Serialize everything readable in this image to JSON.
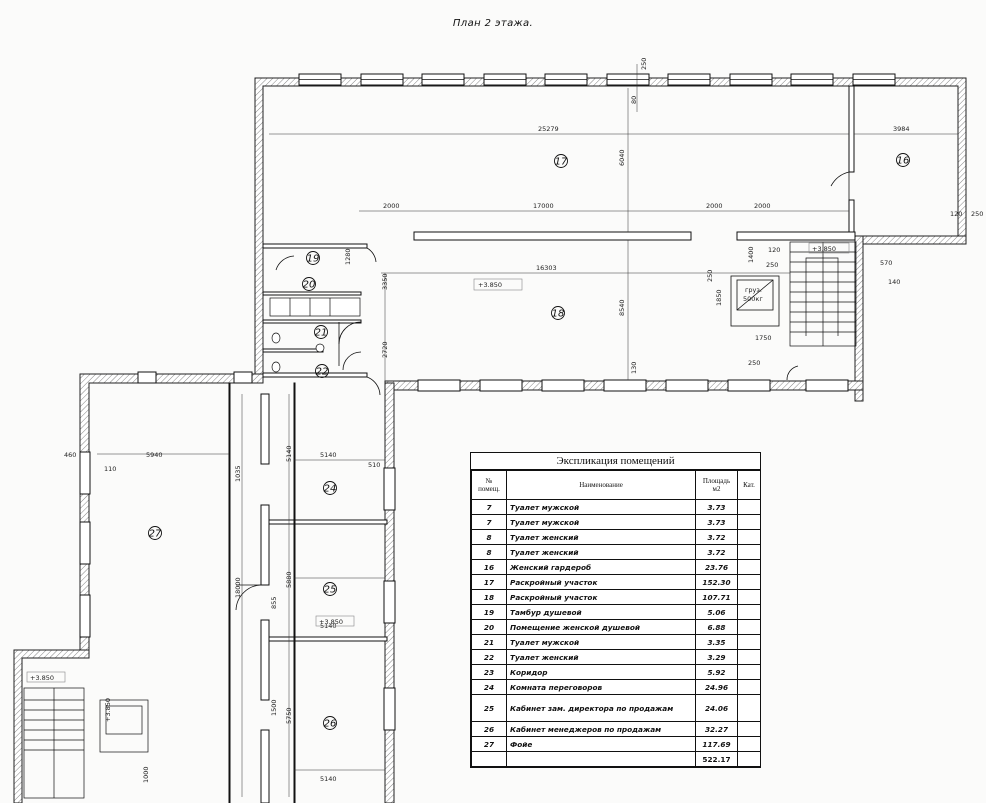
{
  "title": "План 2 этажа.",
  "rooms": {
    "r16": "16",
    "r17": "17",
    "r18": "18",
    "r19": "19",
    "r20": "20",
    "r21": "21",
    "r22": "22",
    "r24": "24",
    "r25": "25",
    "r26": "26",
    "r27": "27"
  },
  "dims": {
    "top_total": "25279",
    "top_right": "3984",
    "d2000a": "2000",
    "d17000": "17000",
    "d2000b": "2000",
    "d2000c": "2000",
    "mid_span": "16303",
    "v6040": "6040",
    "v8540": "8540",
    "v3350": "3350",
    "v2720": "2720",
    "d80": "80",
    "d250top": "250",
    "d130": "130",
    "d1400": "1400",
    "d1850": "1850",
    "d1750": "1750",
    "d120": "120",
    "d250a": "250",
    "d250b": "250",
    "d570": "570",
    "d140": "140",
    "d250c": "250",
    "d250d": "250",
    "d1280": "1280",
    "d120b": "120",
    "d460": "460",
    "d5940": "5940",
    "d110": "110",
    "d5140a": "5140",
    "d5140b": "5140",
    "d5140c": "5140",
    "d510": "510",
    "d5140v": "5140",
    "d1035": "1035",
    "d18000": "18000",
    "d5880": "5880",
    "d855": "855",
    "d1500": "1500",
    "d5750": "5750",
    "d1000": "1000"
  },
  "level_marks": {
    "l1": "+3.850",
    "l2": "+3.850",
    "l3": "+3.850",
    "l4": "+3.850",
    "l5": "+3.850"
  },
  "equipment": {
    "unit_label_1": "груз.",
    "unit_label_2": "500кг"
  },
  "explication": {
    "caption": "Экспликация помещений",
    "headers": {
      "num": "№ помещ.",
      "name": "Наименование",
      "area": "Площадь м2",
      "cat": "Кат."
    },
    "rows": [
      {
        "num": "7",
        "name": "Туалет мужской",
        "area": "3.73"
      },
      {
        "num": "7",
        "name": "Туалет мужской",
        "area": "3.73"
      },
      {
        "num": "8",
        "name": "Туалет женский",
        "area": "3.72"
      },
      {
        "num": "8",
        "name": "Туалет женский",
        "area": "3.72"
      },
      {
        "num": "16",
        "name": "Женский гардероб",
        "area": "23.76"
      },
      {
        "num": "17",
        "name": "Раскройный участок",
        "area": "152.30"
      },
      {
        "num": "18",
        "name": "Раскройный участок",
        "area": "107.71"
      },
      {
        "num": "19",
        "name": "Тамбур душевой",
        "area": "5.06"
      },
      {
        "num": "20",
        "name": "Помещение женской душевой",
        "area": "6.88"
      },
      {
        "num": "21",
        "name": "Туалет мужской",
        "area": "3.35"
      },
      {
        "num": "22",
        "name": "Туалет женский",
        "area": "3.29"
      },
      {
        "num": "23",
        "name": "Коридор",
        "area": "5.92"
      },
      {
        "num": "24",
        "name": "Комната переговоров",
        "area": "24.96"
      },
      {
        "num": "25",
        "name": "Кабинет зам. директора по продажам",
        "area": "24.06"
      },
      {
        "num": "26",
        "name": "Кабинет менеджеров по продажам",
        "area": "32.27"
      },
      {
        "num": "27",
        "name": "Фойе",
        "area": "117.69"
      }
    ],
    "total": "522.17"
  }
}
